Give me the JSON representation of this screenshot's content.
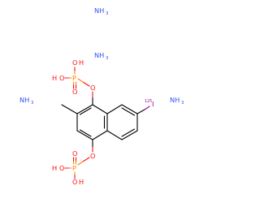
{
  "colors": {
    "nitrogen": "#3050F8",
    "oxygen": "#FF0D0D",
    "phosphorus": "#FF8000",
    "iodine": "#940094",
    "bond": "#000000"
  },
  "ammonium": {
    "symbol": "NH",
    "count": "3"
  },
  "phosphate_top": {
    "p": "P",
    "o_bridge": "O",
    "o_double": "O",
    "oh_left_h": "H",
    "oh_left_o": "O",
    "oh_top_o": "O",
    "oh_top_h": "H"
  },
  "phosphate_bottom": {
    "p": "P",
    "o_bridge": "O",
    "o_double": "O",
    "oh_left_h": "H",
    "oh_left_o": "O",
    "oh_bottom_o": "O",
    "oh_bottom_h": "H"
  },
  "iodine": {
    "isotope": "125",
    "symbol": "I"
  }
}
